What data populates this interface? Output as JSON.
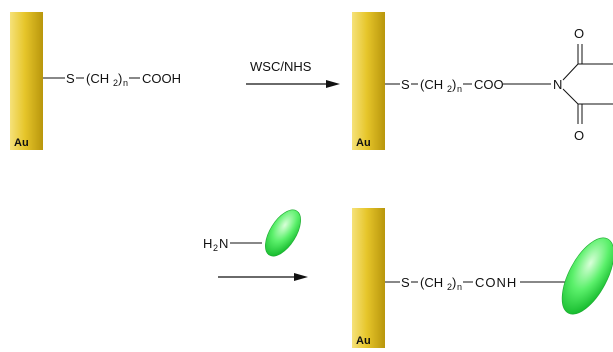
{
  "reaction": {
    "surface_label": "Au",
    "reagent": "WSC/NHS",
    "chain_S": "S",
    "chain_paren_open": "(CH",
    "chain_sub_2": "2",
    "chain_paren_close": ")",
    "chain_sub_n": "n",
    "group_acid": "COOH",
    "group_ester": "COO",
    "nhs_oxygen": "O",
    "nhs_nitrogen": "N",
    "amine_H": "H",
    "amine_sub_2": "2",
    "amine_N": "N",
    "group_amide": "CONH"
  },
  "colors": {
    "gold": "#e6c52a",
    "protein": "#2ee04a",
    "line": "#111111"
  }
}
